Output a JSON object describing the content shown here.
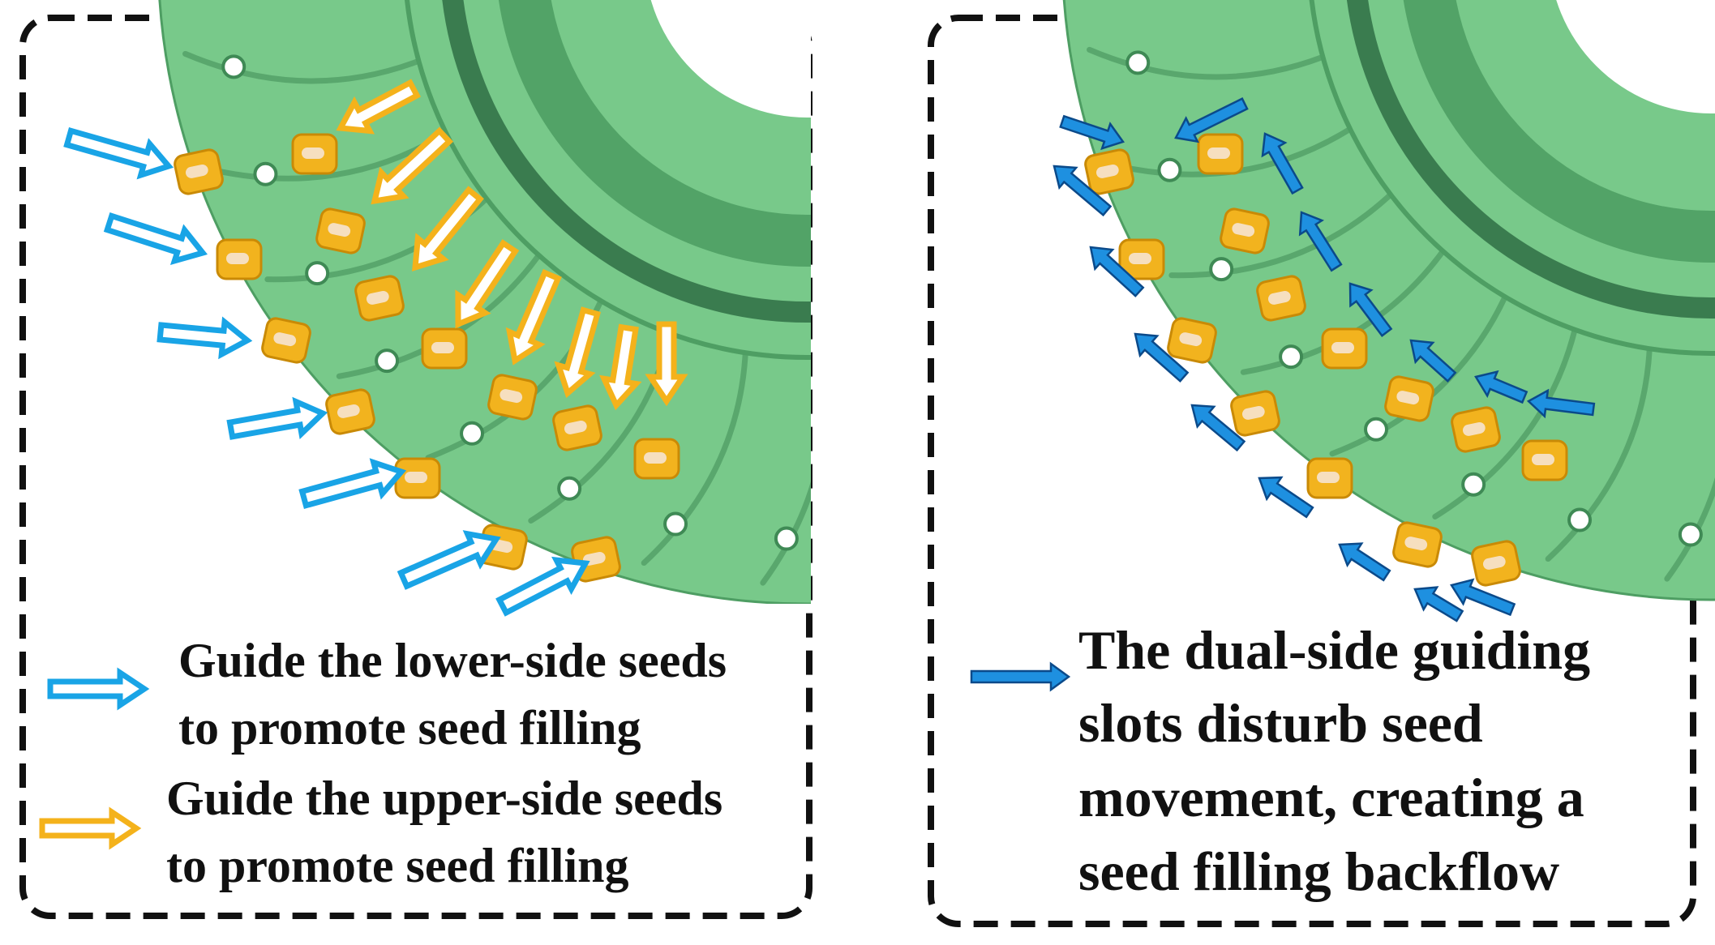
{
  "colors": {
    "disc_main": "#78c98a",
    "disc_dark": "#4e9e63",
    "disc_groove": "#3f8a55",
    "disc_ring_shadow": "#2f6e44",
    "seed_fill": "#f2b31e",
    "seed_stroke": "#c98a06",
    "seed_core": "#f6e2c8",
    "arrow_cyan": "#19a4e6",
    "arrow_orange": "#f4b21b",
    "arrow_blue_fill": "#1e90e0",
    "arrow_blue_stroke": "#0b4a8a",
    "border": "#111111"
  },
  "icons": {
    "hollow_cyan_arrow": "hollow-cyan-arrow-icon",
    "hollow_orange_arrow": "hollow-orange-arrow-icon",
    "solid_blue_arrow": "solid-blue-arrow-icon"
  },
  "left_panel": {
    "legend_lower_line1": "Guide the lower-side seeds",
    "legend_lower_line2": "to promote seed filling",
    "legend_upper_line1": "Guide the upper-side seeds",
    "legend_upper_line2": "to promote seed filling"
  },
  "right_panel": {
    "caption_line1": "The dual-side guiding",
    "caption_line2": "slots disturb seed",
    "caption_line3": "movement, creating a",
    "caption_line4": "seed filling backflow"
  }
}
